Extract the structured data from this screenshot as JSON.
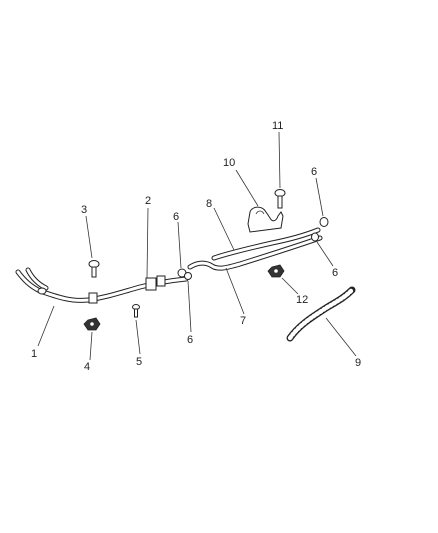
{
  "callouts": [
    {
      "id": "c1",
      "label": "1"
    },
    {
      "id": "c2",
      "label": "2"
    },
    {
      "id": "c3",
      "label": "3"
    },
    {
      "id": "c4",
      "label": "4"
    },
    {
      "id": "c5",
      "label": "5"
    },
    {
      "id": "c6a",
      "label": "6"
    },
    {
      "id": "c6b",
      "label": "6"
    },
    {
      "id": "c6c",
      "label": "6"
    },
    {
      "id": "c6d",
      "label": "6"
    },
    {
      "id": "c7",
      "label": "7"
    },
    {
      "id": "c8",
      "label": "8"
    },
    {
      "id": "c9",
      "label": "9"
    },
    {
      "id": "c10",
      "label": "10"
    },
    {
      "id": "c11",
      "label": "11"
    },
    {
      "id": "c12",
      "label": "12"
    }
  ],
  "colors": {
    "line": "#222222",
    "background": "#ffffff"
  }
}
